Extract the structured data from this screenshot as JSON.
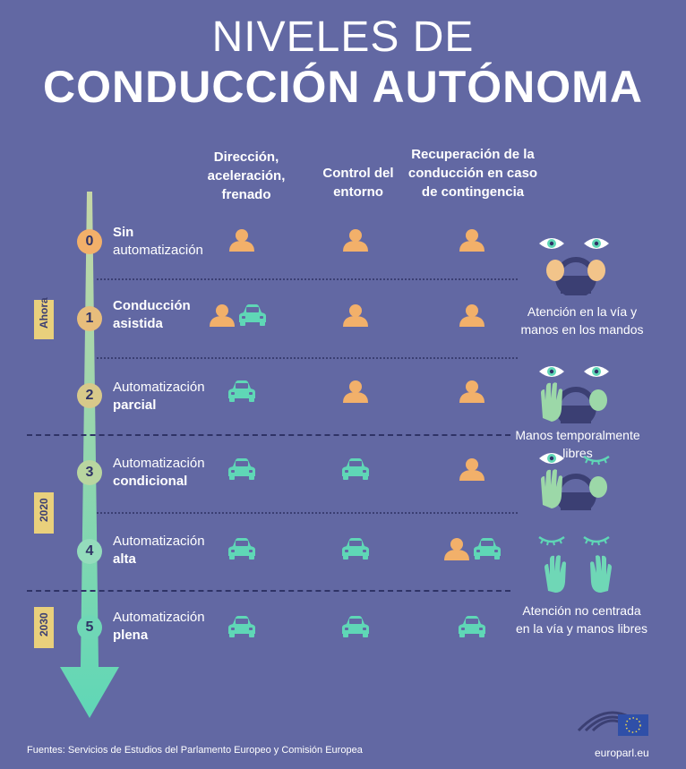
{
  "title": {
    "line1": "NIVELES DE",
    "line2": "CONDUCCIÓN AUTÓNOMA"
  },
  "columns": [
    {
      "label": "Dirección, aceleración, frenado"
    },
    {
      "label": "Control del entorno"
    },
    {
      "label": "Recuperación de la conducción en caso de contingencia"
    }
  ],
  "colors": {
    "background": "#6268a3",
    "person": "#f2b06a",
    "car": "#5fd7b6",
    "arrow": "#a7e6c5",
    "era_badge": "#e9d07c"
  },
  "levels": [
    {
      "num": "0",
      "name_a": "Sin",
      "name_b": "automatización",
      "drive": "person",
      "env": "person",
      "fallback": "person"
    },
    {
      "num": "1",
      "name_a": "Conducción",
      "name_b": "asistida",
      "drive": "person+car",
      "env": "person",
      "fallback": "person"
    },
    {
      "num": "2",
      "name_a": "Automatización",
      "name_b": "parcial",
      "drive": "car",
      "env": "person",
      "fallback": "person"
    },
    {
      "num": "3",
      "name_a": "Automatización",
      "name_b": "condicional",
      "drive": "car",
      "env": "car",
      "fallback": "person"
    },
    {
      "num": "4",
      "name_a": "Automatización",
      "name_b": "alta",
      "drive": "car",
      "env": "car",
      "fallback": "person+car"
    },
    {
      "num": "5",
      "name_a": "Automatización",
      "name_b": "plena",
      "drive": "car",
      "env": "car",
      "fallback": "car"
    }
  ],
  "eras": [
    "Ahora",
    "2020",
    "2030"
  ],
  "notes": {
    "n1a": "Atención en la vía y",
    "n1b": "manos en los mandos",
    "n2": "Manos temporalmente libres",
    "n3a": "Atención no centrada",
    "n3b": "en la vía y manos libres"
  },
  "footer": {
    "source": "Fuentes: Servicios de Estudios del Parlamento Europeo y Comisión Europea",
    "brand": "europarl.eu"
  },
  "icons": [
    "person-icon",
    "car-icon",
    "eye-open-icon",
    "eye-closed-icon",
    "hands-on-wheel-icon",
    "raised-hand-icon"
  ]
}
